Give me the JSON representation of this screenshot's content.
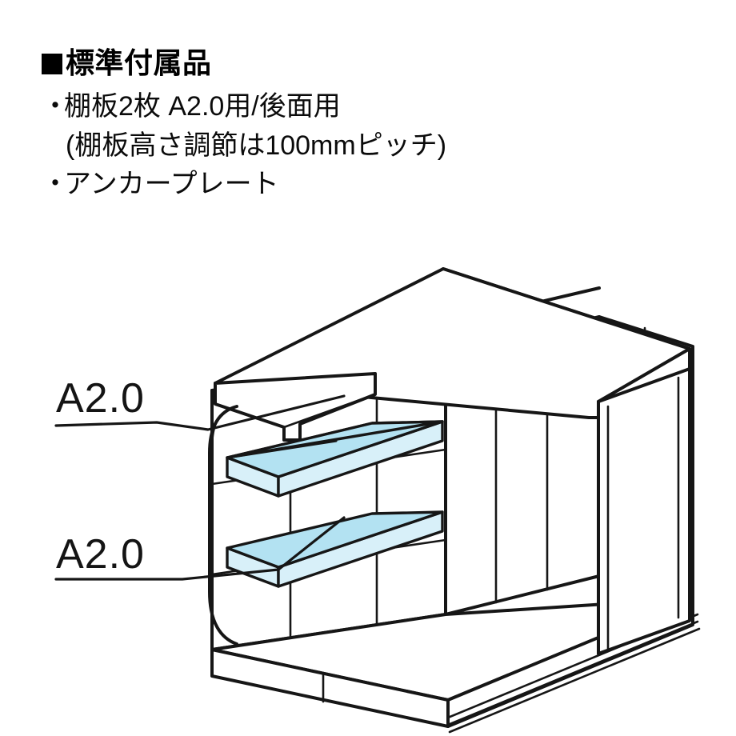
{
  "heading": {
    "marker": "■",
    "text": "標準付属品"
  },
  "spec_items": [
    {
      "bullet": "・",
      "text": "棚板2枚 A2.0用/後面用",
      "indent": false
    },
    {
      "bullet": "",
      "text": "(棚板高さ調節は100mmピッチ)",
      "indent": true
    },
    {
      "bullet": "・",
      "text": "アンカープレート",
      "indent": false
    }
  ],
  "callouts": [
    {
      "label": "A2.0",
      "target": "upper-shelf"
    },
    {
      "label": "A2.0",
      "target": "lower-shelf"
    }
  ],
  "colors": {
    "line": "#161616",
    "shelf_fill": "#b3e2f2",
    "shelf_edge_fill": "#d8f0f9",
    "background": "#ffffff",
    "text": "#111111"
  },
  "diagram": {
    "subject": "storage-shed-interior-isometric",
    "shelf_count": 2
  }
}
